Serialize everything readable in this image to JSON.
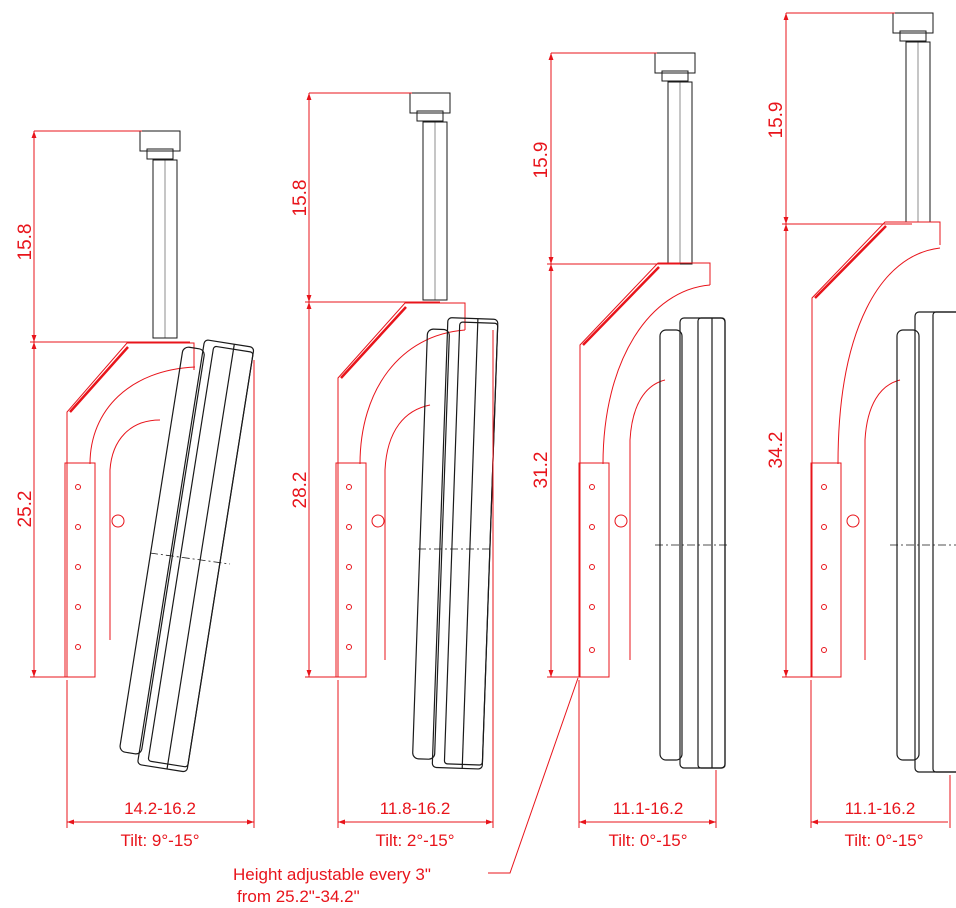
{
  "colors": {
    "dimension": "#e8141b",
    "linework": "#1a1a1a",
    "background": "#ffffff"
  },
  "configs": [
    {
      "pole_height": "15.8",
      "mount_height": "25.2",
      "depth_range": "14.2-16.2",
      "tilt": "Tilt: 9°-15°"
    },
    {
      "pole_height": "15.8",
      "mount_height": "28.2",
      "depth_range": "11.8-16.2",
      "tilt": "Tilt: 2°-15°"
    },
    {
      "pole_height": "15.9",
      "mount_height": "31.2",
      "depth_range": "11.1-16.2",
      "tilt": "Tilt: 0°-15°"
    },
    {
      "pole_height": "15.9",
      "mount_height": "34.2",
      "depth_range": "11.1-16.2",
      "tilt": "Tilt: 0°-15°"
    }
  ],
  "note": {
    "line1": "Height adjustable every 3\"",
    "line2": "from 25.2\"-34.2\""
  }
}
